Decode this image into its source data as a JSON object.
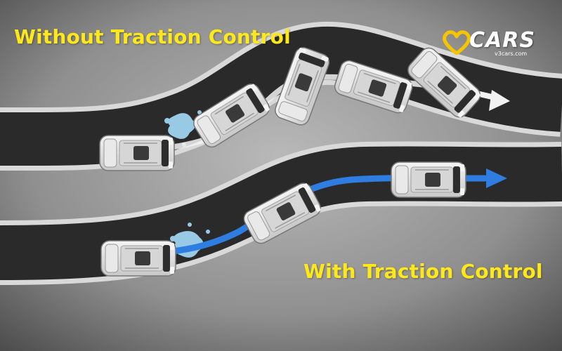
{
  "captions": {
    "without": "Without Traction Control",
    "with": "With Traction Control"
  },
  "logo": {
    "wordmark": "CARS",
    "domain": "v3cars.com"
  },
  "colors": {
    "caption": "#ffe81a",
    "logo_accent": "#f7c500",
    "path_arrow": "#2f7de1",
    "skid_arrow": "#f2f2f2",
    "water": "#9fd3f0",
    "road": "#2a2a2a",
    "road_edge": "#d9d9d9"
  },
  "icons": [
    "heart-logo-icon",
    "car-icon",
    "water-puddle-icon",
    "direction-arrow-icon"
  ]
}
